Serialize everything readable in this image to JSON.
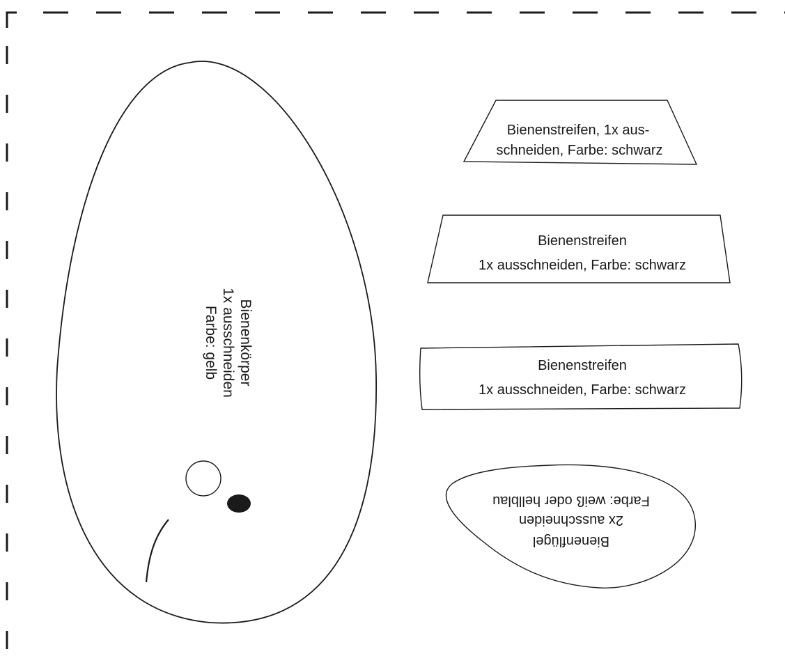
{
  "body": {
    "lines": [
      "Bienenkörper",
      "1x ausschneiden",
      "Farbe: gelb"
    ]
  },
  "stripe_small": {
    "lines": [
      "Bienenstreifen, 1x aus-",
      "schneiden, Farbe: schwarz"
    ]
  },
  "stripe_medium": {
    "lines": [
      "Bienenstreifen",
      "1x ausschneiden, Farbe: schwarz"
    ]
  },
  "stripe_large": {
    "lines": [
      "Bienenstreifen",
      "1x ausschneiden, Farbe: schwarz"
    ]
  },
  "wing": {
    "lines": [
      "Bienenflügel",
      "2x ausschneiden",
      "Farbe: weiß oder hellblau"
    ]
  },
  "colors": {
    "outline": "#1a1a1a",
    "background": "#ffffff"
  }
}
